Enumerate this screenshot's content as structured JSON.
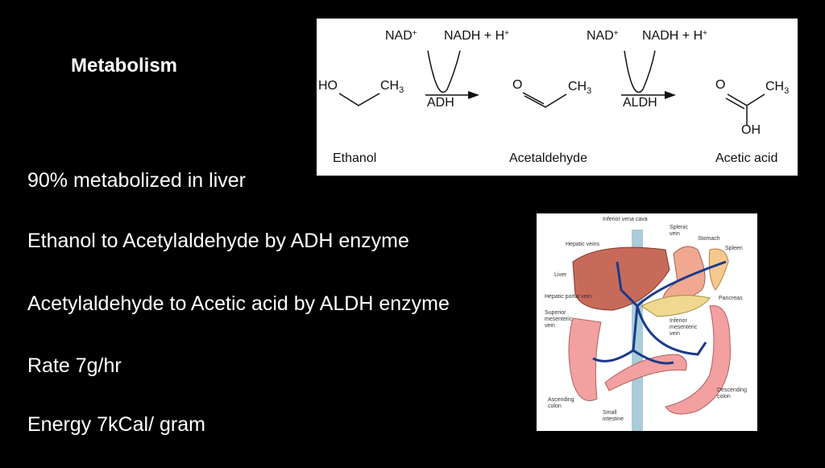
{
  "slide": {
    "title": "Metabolism",
    "bullets": [
      "90% metabolized in liver",
      "Ethanol to Acetylaldehyde by ADH enzyme",
      "Acetylaldehyde to Acetic acid by ALDH enzyme",
      "Rate 7g/hr",
      "Energy 7kCal/ gram"
    ]
  },
  "reaction": {
    "nad": "NAD",
    "plus": "+",
    "nadh": "NADH + H",
    "ho": "HO",
    "ch3": "CH",
    "three": "3",
    "o": "O",
    "oh": "OH",
    "enzyme1": "ADH",
    "enzyme2": "ALDH",
    "compounds": [
      "Ethanol",
      "Acetaldehyde",
      "Acetic acid"
    ]
  },
  "anatomy": {
    "labels": {
      "ivc": "Inferior vena cava",
      "hepatic_veins": "Hepatic veins",
      "liver": "Liver",
      "hepatic_portal": "Hepatic portal vein",
      "superior_mesenteric": "Superior mesenteric vein",
      "splenic": "Splenic vein",
      "stomach": "Stomach",
      "spleen": "Spleen",
      "pancreas": "Pancreas",
      "inferior_mesenteric": "Inferior mesenteric vein",
      "ascending": "Ascending colon",
      "small_intestine": "Small intestine",
      "descending": "Descending colon"
    }
  }
}
